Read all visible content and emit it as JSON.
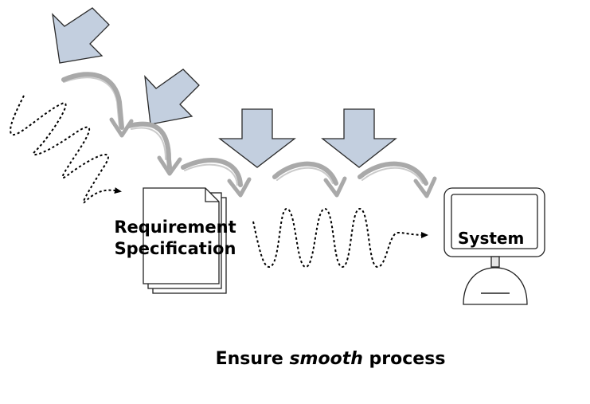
{
  "diagram": {
    "document_label_line1": "Requirement",
    "document_label_line2": "Specification",
    "system_label": "System",
    "caption_prefix": "Ensure ",
    "caption_emphasis": "smooth",
    "caption_suffix": " process"
  },
  "colors": {
    "input_arrow_fill": "#c3cfdf",
    "input_arrow_stroke": "#2a2a2a",
    "flow_arrow": "#a9a9a9",
    "dotted_wave": "#000000"
  },
  "icons": [
    "document-stack-icon",
    "monitor-icon"
  ]
}
